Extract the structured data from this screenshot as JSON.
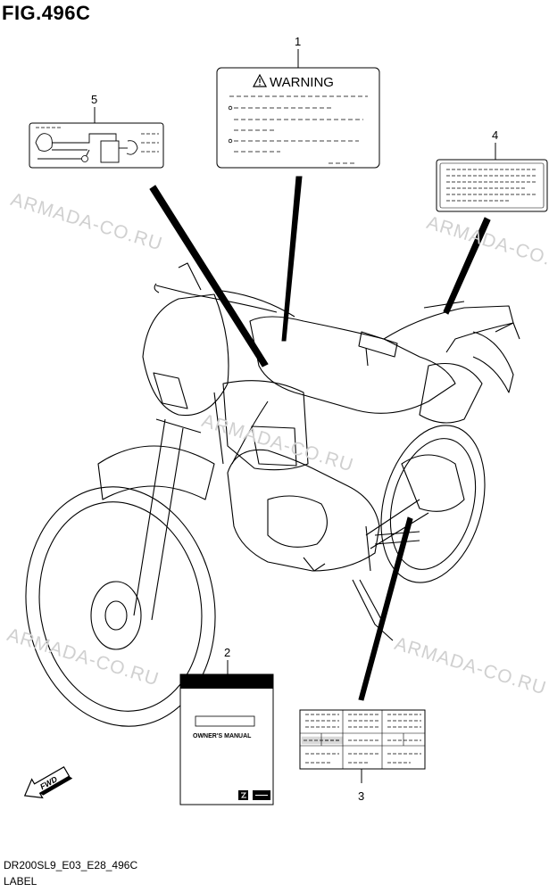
{
  "figure": {
    "title": "FIG.496C",
    "code": "DR200SL9_E03_E28_496C",
    "caption": "LABEL"
  },
  "watermark": "ARMADA-CO.RU",
  "callouts": [
    {
      "id": "callout-1",
      "number": "1",
      "label_text": "WARNING"
    },
    {
      "id": "callout-2",
      "number": "2",
      "label_text": "OWNER'S MANUAL"
    },
    {
      "id": "callout-3",
      "number": "3",
      "label_text": ""
    },
    {
      "id": "callout-4",
      "number": "4",
      "label_text": ""
    },
    {
      "id": "callout-5",
      "number": "5",
      "label_text": ""
    }
  ],
  "fwd_arrow": {
    "text": "FWD"
  },
  "icons": [
    "warning-triangle-icon",
    "suzuki-logo-icon",
    "fwd-arrow-icon"
  ]
}
